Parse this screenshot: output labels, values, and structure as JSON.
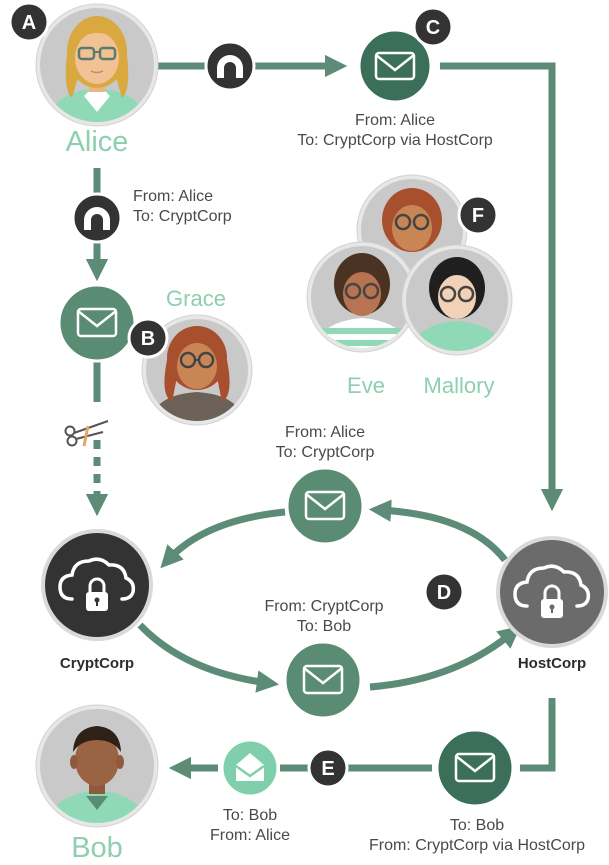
{
  "people": {
    "alice": "Alice",
    "bob": "Bob",
    "grace": "Grace",
    "eve": "Eve",
    "mallory": "Mallory"
  },
  "markers": {
    "a": "A",
    "b": "B",
    "c": "C",
    "d": "D",
    "e": "E",
    "f": "F"
  },
  "nodes": {
    "cryptcorp": "CryptCorp",
    "hostcorp": "HostCorp"
  },
  "messages": {
    "c_from": "From: Alice",
    "c_to": "To: CryptCorp via HostCorp",
    "a_from": "From: Alice",
    "a_to": "To: CryptCorp",
    "d_upper_from": "From: Alice",
    "d_upper_to": "To: CryptCorp",
    "d_lower_from": "From: CryptCorp",
    "d_lower_to": "To: Bob",
    "e_left_to": "To: Bob",
    "e_left_from": "From: Alice",
    "e_right_to": "To: Bob",
    "e_right_from": "From: CryptCorp via HostCorp"
  },
  "colors": {
    "arrow": "#5c8b77",
    "envelope": "#5a8c74",
    "envelope_dark": "#3b6f5a",
    "envelope_light": "#7fcfac",
    "marker": "#333333",
    "cryptcorp": "#333333",
    "hostcorp": "#6b6b6b",
    "accent_text": "#8dcfb1"
  },
  "icons": {
    "tunnel": "arch-tunnel-icon",
    "envelope": "envelope-icon",
    "cloud_lock": "cloud-lock-icon",
    "scissors": "scissors-icon"
  }
}
